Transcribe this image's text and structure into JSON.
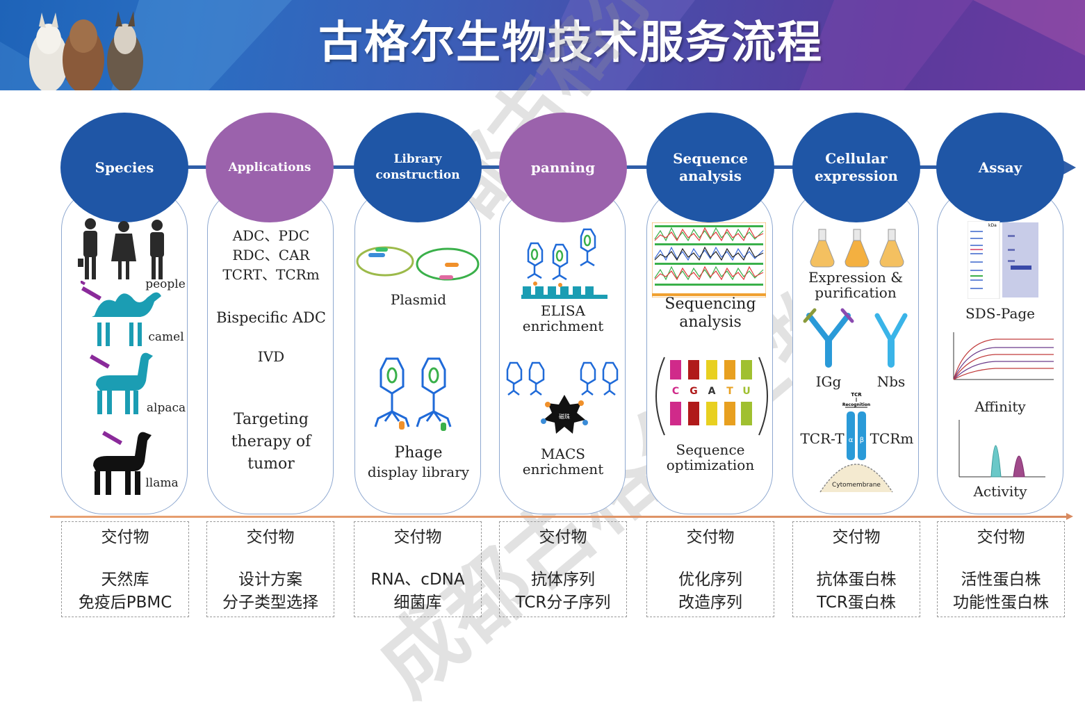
{
  "title": "古格尔生物技术服务流程",
  "watermark_1": "成都古格尔",
  "watermark_2": "成都古格尔生物",
  "colors": {
    "blue": "#1f56a6",
    "purple": "#9b62ac",
    "teal": "#1b9db3",
    "flow_line": "#2f5ea8"
  },
  "steps": [
    {
      "label": "Species",
      "color": "blue"
    },
    {
      "label": "Applications",
      "color": "purple"
    },
    {
      "label": "Library construction",
      "color": "blue"
    },
    {
      "label": "panning",
      "color": "purple"
    },
    {
      "label": "Sequence analysis",
      "color": "blue"
    },
    {
      "label": "Cellular expression",
      "color": "blue"
    },
    {
      "label": "Assay",
      "color": "blue"
    }
  ],
  "species": {
    "people": "people",
    "camel": "camel",
    "alpaca": "alpaca",
    "llama": "llama"
  },
  "applications": {
    "line1": "ADC、PDC",
    "line2": "RDC、CAR",
    "line3": "TCRT、TCRm",
    "line4": "Bispecific ADC",
    "line5": "IVD",
    "line6": "Targeting",
    "line7": "therapy of",
    "line8": "tumor"
  },
  "library": {
    "plasmid": "Plasmid",
    "phage_1": "Phage",
    "phage_2": "display library"
  },
  "panning": {
    "elisa_1": "ELISA",
    "elisa_2": "enrichment",
    "macs_1": "MACS",
    "macs_2": "enrichment",
    "bead": "磁珠"
  },
  "sequence": {
    "seq_1": "Sequencing",
    "seq_2": "analysis",
    "bases": [
      "C",
      "G",
      "A",
      "T",
      "U"
    ],
    "opt_1": "Sequence",
    "opt_2": "optimization"
  },
  "cellular": {
    "expr_1": "Expression &",
    "expr_2": "purification",
    "igg": "IGg",
    "nbs": "Nbs",
    "tcrt": "TCR-T",
    "tcrm": "TCRm",
    "tcr": "TCR",
    "recognition": "Recognition",
    "alpha": "α",
    "beta": "β",
    "membrane": "Cytomembrane"
  },
  "assay": {
    "sds": "SDS-Page",
    "kda": "kDa",
    "affinity": "Affinity",
    "activity": "Activity"
  },
  "deliverables": [
    {
      "heading": "交付物",
      "line1": "天然库",
      "line2": "免疫后PBMC"
    },
    {
      "heading": "交付物",
      "line1": "设计方案",
      "line2": "分子类型选择"
    },
    {
      "heading": "交付物",
      "line1": "RNA、cDNA",
      "line2": "细菌库"
    },
    {
      "heading": "交付物",
      "line1": "抗体序列",
      "line2": "TCR分子序列"
    },
    {
      "heading": "交付物",
      "line1": "优化序列",
      "line2": "改造序列"
    },
    {
      "heading": "交付物",
      "line1": "抗体蛋白株",
      "line2": "TCR蛋白株"
    },
    {
      "heading": "交付物",
      "line1": "活性蛋白株",
      "line2": "功能性蛋白株"
    }
  ]
}
